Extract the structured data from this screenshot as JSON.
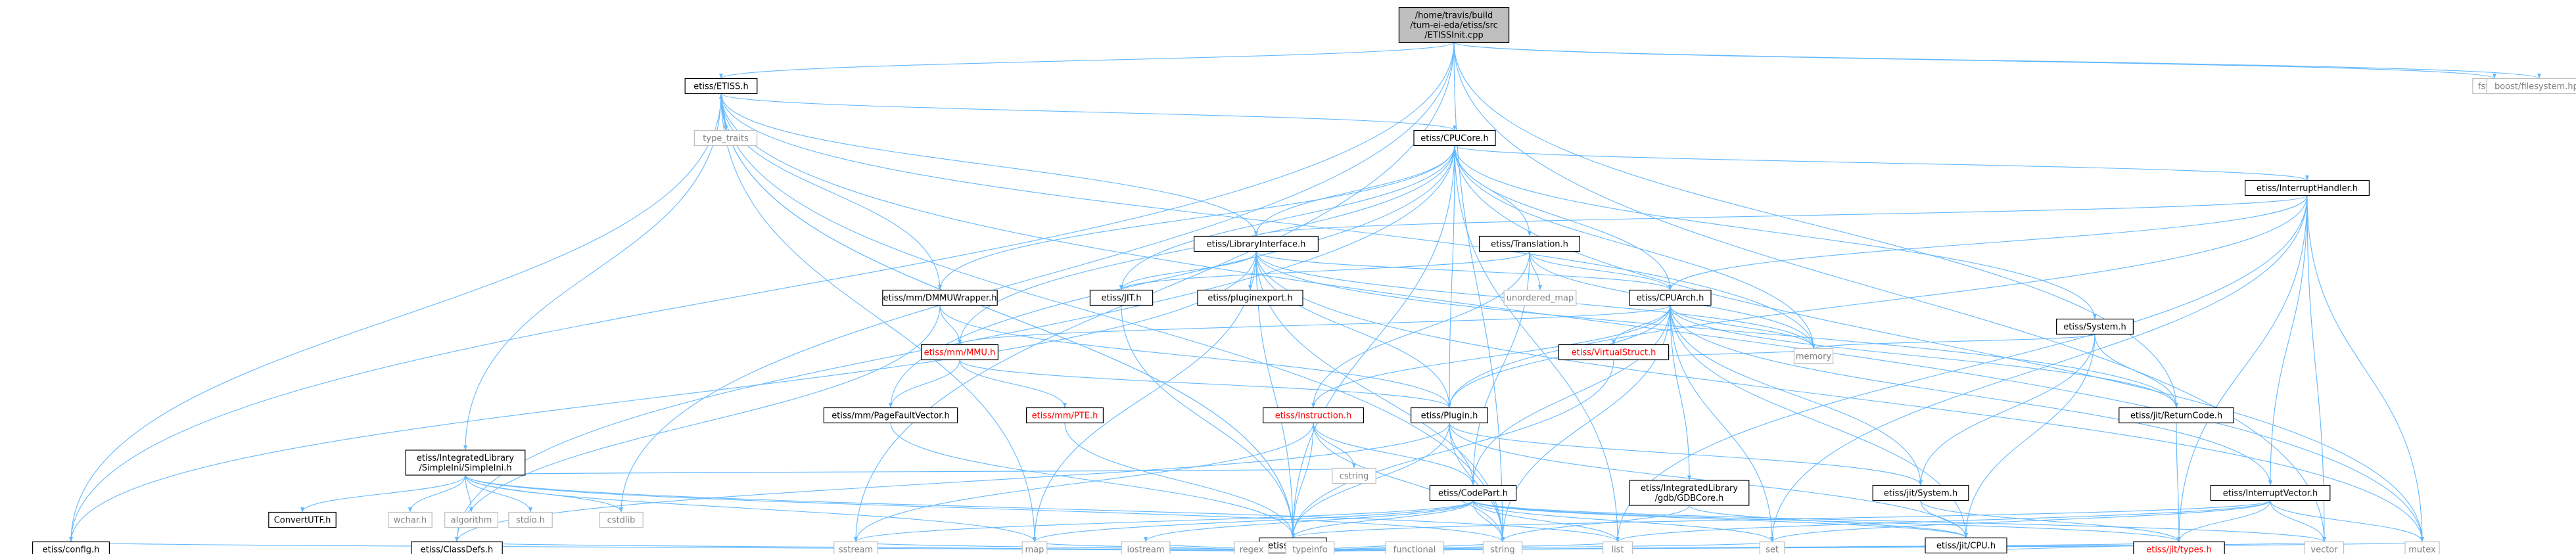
{
  "colors": {
    "root_fill": "#bfbfbf",
    "node_fill": "#ffffff",
    "node_border": "#000000",
    "external_border": "#bfbfbf",
    "external_text": "#808080",
    "broken_text": "#ff0000",
    "edge": "#63b8ff",
    "edge_gray": "#a0a0a0"
  },
  "nodes": [
    {
      "id": "root",
      "lines": [
        "/home/travis/build",
        "/tum-ei-eda/etiss/src",
        "/ETISSInit.cpp"
      ],
      "kind": "root"
    },
    {
      "id": "etiss_h",
      "lines": [
        "etiss/ETISS.h"
      ],
      "kind": "file"
    },
    {
      "id": "fstream",
      "lines": [
        "fstream"
      ],
      "kind": "external"
    },
    {
      "id": "boost_fs",
      "lines": [
        "boost/filesystem.hpp"
      ],
      "kind": "external"
    },
    {
      "id": "type_traits",
      "lines": [
        "type_traits"
      ],
      "kind": "external"
    },
    {
      "id": "cpucore",
      "lines": [
        "etiss/CPUCore.h"
      ],
      "kind": "file"
    },
    {
      "id": "interrupthandler",
      "lines": [
        "etiss/InterruptHandler.h"
      ],
      "kind": "file"
    },
    {
      "id": "libraryinterface",
      "lines": [
        "etiss/LibraryInterface.h"
      ],
      "kind": "file"
    },
    {
      "id": "translation",
      "lines": [
        "etiss/Translation.h"
      ],
      "kind": "file"
    },
    {
      "id": "dmmuwrapper",
      "lines": [
        "etiss/mm/DMMUWrapper.h"
      ],
      "kind": "file"
    },
    {
      "id": "jit",
      "lines": [
        "etiss/JIT.h"
      ],
      "kind": "file"
    },
    {
      "id": "pluginexport",
      "lines": [
        "etiss/pluginexport.h"
      ],
      "kind": "file"
    },
    {
      "id": "unordered_map",
      "lines": [
        "unordered_map"
      ],
      "kind": "external"
    },
    {
      "id": "cpuarch",
      "lines": [
        "etiss/CPUArch.h"
      ],
      "kind": "file"
    },
    {
      "id": "system_h",
      "lines": [
        "etiss/System.h"
      ],
      "kind": "file"
    },
    {
      "id": "simpleini",
      "lines": [
        "etiss/IntegratedLibrary",
        "/SimpleIni/SimpleIni.h"
      ],
      "kind": "file"
    },
    {
      "id": "mmu",
      "lines": [
        "etiss/mm/MMU.h"
      ],
      "kind": "broken"
    },
    {
      "id": "virtualstruct",
      "lines": [
        "etiss/VirtualStruct.h"
      ],
      "kind": "broken"
    },
    {
      "id": "memory",
      "lines": [
        "memory"
      ],
      "kind": "external"
    },
    {
      "id": "pagefault",
      "lines": [
        "etiss/mm/PageFaultVector.h"
      ],
      "kind": "file"
    },
    {
      "id": "pte",
      "lines": [
        "etiss/mm/PTE.h"
      ],
      "kind": "broken"
    },
    {
      "id": "instruction",
      "lines": [
        "etiss/Instruction.h"
      ],
      "kind": "broken"
    },
    {
      "id": "plugin",
      "lines": [
        "etiss/Plugin.h"
      ],
      "kind": "file"
    },
    {
      "id": "gdbcore",
      "lines": [
        "etiss/IntegratedLibrary",
        "/gdb/GDBCore.h"
      ],
      "kind": "file"
    },
    {
      "id": "returncode",
      "lines": [
        "etiss/jit/ReturnCode.h"
      ],
      "kind": "file"
    },
    {
      "id": "convertutf",
      "lines": [
        "ConvertUTF.h"
      ],
      "kind": "file"
    },
    {
      "id": "wchar",
      "lines": [
        "wchar.h"
      ],
      "kind": "external"
    },
    {
      "id": "algorithm",
      "lines": [
        "algorithm"
      ],
      "kind": "external"
    },
    {
      "id": "stdio",
      "lines": [
        "stdio.h"
      ],
      "kind": "external"
    },
    {
      "id": "cstdlib",
      "lines": [
        "cstdlib"
      ],
      "kind": "external"
    },
    {
      "id": "cstring",
      "lines": [
        "cstring"
      ],
      "kind": "external"
    },
    {
      "id": "codepart",
      "lines": [
        "etiss/CodePart.h"
      ],
      "kind": "file"
    },
    {
      "id": "jitsystem",
      "lines": [
        "etiss/jit/System.h"
      ],
      "kind": "file"
    },
    {
      "id": "interruptvector",
      "lines": [
        "etiss/InterruptVector.h"
      ],
      "kind": "file"
    },
    {
      "id": "jitcpu",
      "lines": [
        "etiss/jit/CPU.h"
      ],
      "kind": "file"
    },
    {
      "id": "misc",
      "lines": [
        "etiss/Misc.h"
      ],
      "kind": "file"
    },
    {
      "id": "config",
      "lines": [
        "etiss/config.h"
      ],
      "kind": "file"
    },
    {
      "id": "classdefs",
      "lines": [
        "etiss/ClassDefs.h"
      ],
      "kind": "file"
    },
    {
      "id": "sstream",
      "lines": [
        "sstream"
      ],
      "kind": "external"
    },
    {
      "id": "map",
      "lines": [
        "map"
      ],
      "kind": "external"
    },
    {
      "id": "iostream",
      "lines": [
        "iostream"
      ],
      "kind": "external"
    },
    {
      "id": "regex",
      "lines": [
        "regex"
      ],
      "kind": "external"
    },
    {
      "id": "typeinfo",
      "lines": [
        "typeinfo"
      ],
      "kind": "external"
    },
    {
      "id": "functional",
      "lines": [
        "functional"
      ],
      "kind": "external"
    },
    {
      "id": "string",
      "lines": [
        "string"
      ],
      "kind": "external"
    },
    {
      "id": "list",
      "lines": [
        "list"
      ],
      "kind": "external"
    },
    {
      "id": "set",
      "lines": [
        "set"
      ],
      "kind": "external"
    },
    {
      "id": "types",
      "lines": [
        "etiss/jit/types.h"
      ],
      "kind": "broken"
    },
    {
      "id": "vector",
      "lines": [
        "vector"
      ],
      "kind": "external"
    },
    {
      "id": "mutex",
      "lines": [
        "mutex"
      ],
      "kind": "external"
    }
  ],
  "edges": [
    [
      "root",
      "etiss_h"
    ],
    [
      "root",
      "fstream"
    ],
    [
      "root",
      "boost_fs"
    ],
    [
      "root",
      "config"
    ],
    [
      "root",
      "cstdlib"
    ],
    [
      "root",
      "sstream"
    ],
    [
      "root",
      "string"
    ],
    [
      "root",
      "returncode"
    ],
    [
      "root",
      "vector"
    ],
    [
      "etiss_h",
      "type_traits"
    ],
    [
      "etiss_h",
      "cpucore"
    ],
    [
      "etiss_h",
      "libraryinterface"
    ],
    [
      "etiss_h",
      "simpleini"
    ],
    [
      "etiss_h",
      "config"
    ],
    [
      "etiss_h",
      "misc"
    ],
    [
      "etiss_h",
      "map"
    ],
    [
      "etiss_h",
      "string"
    ],
    [
      "etiss_h",
      "memory"
    ],
    [
      "etiss_h",
      "mutex"
    ],
    [
      "cpucore",
      "interrupthandler"
    ],
    [
      "cpucore",
      "libraryinterface"
    ],
    [
      "cpucore",
      "translation"
    ],
    [
      "cpucore",
      "dmmuwrapper"
    ],
    [
      "cpucore",
      "jit"
    ],
    [
      "cpucore",
      "cpuarch"
    ],
    [
      "cpucore",
      "system_h"
    ],
    [
      "cpucore",
      "mmu"
    ],
    [
      "cpucore",
      "pagefault"
    ],
    [
      "cpucore",
      "plugin"
    ],
    [
      "cpucore",
      "misc"
    ],
    [
      "cpucore",
      "classdefs"
    ],
    [
      "cpucore",
      "memory"
    ],
    [
      "cpucore",
      "mutex"
    ],
    [
      "cpucore",
      "list"
    ],
    [
      "interrupthandler",
      "libraryinterface"
    ],
    [
      "interrupthandler",
      "cpuarch"
    ],
    [
      "interrupthandler",
      "plugin"
    ],
    [
      "interrupthandler",
      "interruptvector"
    ],
    [
      "interrupthandler",
      "types"
    ],
    [
      "interrupthandler",
      "vector"
    ],
    [
      "interrupthandler",
      "mutex"
    ],
    [
      "interrupthandler",
      "set"
    ],
    [
      "interrupthandler",
      "list"
    ],
    [
      "libraryinterface",
      "jit"
    ],
    [
      "libraryinterface",
      "pluginexport"
    ],
    [
      "libraryinterface",
      "cpuarch"
    ],
    [
      "libraryinterface",
      "plugin"
    ],
    [
      "libraryinterface",
      "misc"
    ],
    [
      "libraryinterface",
      "config"
    ],
    [
      "libraryinterface",
      "string"
    ],
    [
      "libraryinterface",
      "map"
    ],
    [
      "libraryinterface",
      "memory"
    ],
    [
      "libraryinterface",
      "mutex"
    ],
    [
      "libraryinterface",
      "returncode"
    ],
    [
      "translation",
      "jit"
    ],
    [
      "translation",
      "unordered_map"
    ],
    [
      "translation",
      "cpuarch"
    ],
    [
      "translation",
      "instruction"
    ],
    [
      "translation",
      "codepart"
    ],
    [
      "translation",
      "memory"
    ],
    [
      "dmmuwrapper",
      "mmu"
    ],
    [
      "dmmuwrapper",
      "plugin"
    ],
    [
      "dmmuwrapper",
      "classdefs"
    ],
    [
      "dmmuwrapper",
      "etiss_h"
    ],
    [
      "jit",
      "misc"
    ],
    [
      "cpuarch",
      "mmu"
    ],
    [
      "cpuarch",
      "virtualstruct"
    ],
    [
      "cpuarch",
      "instruction"
    ],
    [
      "cpuarch",
      "plugin"
    ],
    [
      "cpuarch",
      "codepart"
    ],
    [
      "cpuarch",
      "gdbcore"
    ],
    [
      "cpuarch",
      "jitsystem"
    ],
    [
      "cpuarch",
      "interruptvector"
    ],
    [
      "cpuarch",
      "jitcpu"
    ],
    [
      "cpuarch",
      "returncode"
    ],
    [
      "cpuarch",
      "set"
    ],
    [
      "cpuarch",
      "string"
    ],
    [
      "cpuarch",
      "memory"
    ],
    [
      "system_h",
      "jitsystem"
    ],
    [
      "system_h",
      "jitcpu"
    ],
    [
      "system_h",
      "returncode"
    ],
    [
      "system_h",
      "memory"
    ],
    [
      "simpleini",
      "convertutf"
    ],
    [
      "simpleini",
      "wchar"
    ],
    [
      "simpleini",
      "algorithm"
    ],
    [
      "simpleini",
      "stdio"
    ],
    [
      "simpleini",
      "cstdlib"
    ],
    [
      "simpleini",
      "cstring"
    ],
    [
      "simpleini",
      "string"
    ],
    [
      "simpleini",
      "map"
    ],
    [
      "simpleini",
      "list"
    ],
    [
      "mmu",
      "pte"
    ],
    [
      "mmu",
      "pagefault"
    ],
    [
      "mmu",
      "plugin"
    ],
    [
      "virtualstruct",
      "misc"
    ],
    [
      "virtualstruct",
      "memory"
    ],
    [
      "pte",
      "misc"
    ],
    [
      "pagefault",
      "misc"
    ],
    [
      "instruction",
      "codepart"
    ],
    [
      "instruction",
      "misc"
    ],
    [
      "instruction",
      "cstring"
    ],
    [
      "instruction",
      "sstream"
    ],
    [
      "instruction",
      "string"
    ],
    [
      "plugin",
      "codepart"
    ],
    [
      "plugin",
      "misc"
    ],
    [
      "plugin",
      "jitsystem"
    ],
    [
      "plugin",
      "jitcpu"
    ],
    [
      "plugin",
      "classdefs"
    ],
    [
      "plugin",
      "string"
    ],
    [
      "gdbcore",
      "jitcpu"
    ],
    [
      "gdbcore",
      "string"
    ],
    [
      "returncode",
      "types"
    ],
    [
      "codepart",
      "misc"
    ],
    [
      "codepart",
      "jitcpu"
    ],
    [
      "codepart",
      "types"
    ],
    [
      "codepart",
      "sstream"
    ],
    [
      "codepart",
      "map"
    ],
    [
      "codepart",
      "iostream"
    ],
    [
      "codepart",
      "string"
    ],
    [
      "codepart",
      "set"
    ],
    [
      "codepart",
      "list"
    ],
    [
      "codepart",
      "vector"
    ],
    [
      "jitsystem",
      "jitcpu"
    ],
    [
      "jitsystem",
      "types"
    ],
    [
      "interruptvector",
      "misc"
    ],
    [
      "interruptvector",
      "types"
    ],
    [
      "interruptvector",
      "vector"
    ],
    [
      "interruptvector",
      "mutex"
    ],
    [
      "interruptvector",
      "set"
    ],
    [
      "interruptvector",
      "list"
    ],
    [
      "jitcpu",
      "types"
    ],
    [
      "misc",
      "config"
    ],
    [
      "misc",
      "classdefs"
    ],
    [
      "misc",
      "sstream"
    ],
    [
      "misc",
      "map"
    ],
    [
      "misc",
      "iostream"
    ],
    [
      "misc",
      "regex"
    ],
    [
      "misc",
      "typeinfo"
    ],
    [
      "misc",
      "functional"
    ],
    [
      "misc",
      "string"
    ],
    [
      "misc",
      "list"
    ],
    [
      "misc",
      "set"
    ],
    [
      "misc",
      "vector"
    ],
    [
      "misc",
      "mutex"
    ],
    [
      "misc",
      "types"
    ],
    [
      "misc",
      "etiss_h"
    ]
  ]
}
